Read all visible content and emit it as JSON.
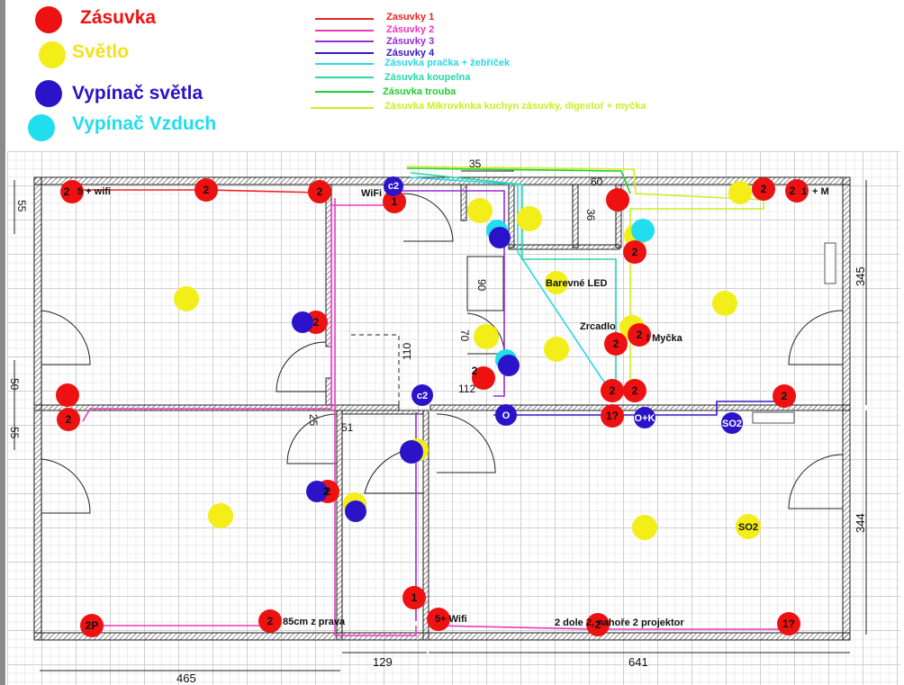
{
  "legend": {
    "zasuvka": {
      "label": "Zásuvka",
      "color": "#ee1111"
    },
    "svetlo": {
      "label": "Světlo",
      "color": "#f3ee1a"
    },
    "vypinac_svetla": {
      "label": "Vypínač světla",
      "color": "#2a13c9"
    },
    "vypinac_vzduch": {
      "label": "Vypínač Vzduch",
      "color": "#22ddee"
    }
  },
  "wires": [
    {
      "label": "Zasuvky 1",
      "color": "#ee2222"
    },
    {
      "label": "Zásuvky 2",
      "color": "#e83ac0"
    },
    {
      "label": "Zásuvky 3",
      "color": "#9a2cd8"
    },
    {
      "label": "Zásuvky 4",
      "color": "#3a18c0"
    },
    {
      "label": "Zásuvka pračka + žebříček",
      "color": "#28d8e8"
    },
    {
      "label": "Zásuvka koupelna",
      "color": "#28d8a8"
    },
    {
      "label": "Zásuvka trouba",
      "color": "#22cc33"
    },
    {
      "label": "Zásuvka Mikrovknka kuchyn zásuvky, digestoř + myčka",
      "color": "#ccee22"
    }
  ],
  "dimensions": {
    "d35": "35",
    "d60": "60",
    "d36": "36",
    "d55a": "55",
    "d90": "90",
    "d70": "70",
    "d110": "110",
    "d112": "112",
    "d25": "25",
    "d51": "51",
    "d50": "50",
    "d55b": "55",
    "d345": "345",
    "d344": "344",
    "d465": "465",
    "d129": "129",
    "d641": "641"
  },
  "labels": {
    "wifi_top": "WiFi",
    "barevne": "Barevné LED",
    "zrcadlo": "Zrcadlo",
    "mycka": "l Myčka",
    "note_bottom_right": "2 dole 2, nahoře 2 projektor",
    "note_85": "85cm z prava",
    "wifi5": "5+ Wifi",
    "wifi_tl": "5 + wifi",
    "m_tr": "+ M",
    "one_tr": "1"
  },
  "sockets": [
    {
      "t": "2"
    },
    {
      "t": "2"
    },
    {
      "t": "2"
    },
    {
      "t": "1"
    },
    {
      "t": ""
    },
    {
      "t": "2"
    },
    {
      "t": "2"
    },
    {
      "t": "2"
    },
    {
      "t": "2"
    },
    {
      "t": "2"
    },
    {
      "t": "2"
    },
    {
      "t": "2"
    },
    {
      "t": ""
    },
    {
      "t": "2"
    },
    {
      "t": "2"
    },
    {
      "t": "2"
    },
    {
      "t": "2"
    },
    {
      "t": "1?"
    },
    {
      "t": "2"
    },
    {
      "t": "2"
    },
    {
      "t": "2P"
    },
    {
      "t": "2"
    },
    {
      "t": "1"
    },
    {
      "t": ""
    },
    {
      "t": "2"
    },
    {
      "t": "1?"
    }
  ],
  "switches": [
    {
      "t": "c2"
    },
    {
      "t": ""
    },
    {
      "t": ""
    },
    {
      "t": ""
    },
    {
      "t": "c2"
    },
    {
      "t": "O"
    },
    {
      "t": "O+K"
    },
    {
      "t": "SO2"
    },
    {
      "t": ""
    },
    {
      "t": ""
    },
    {
      "t": ""
    }
  ],
  "light_so2": "SO2"
}
